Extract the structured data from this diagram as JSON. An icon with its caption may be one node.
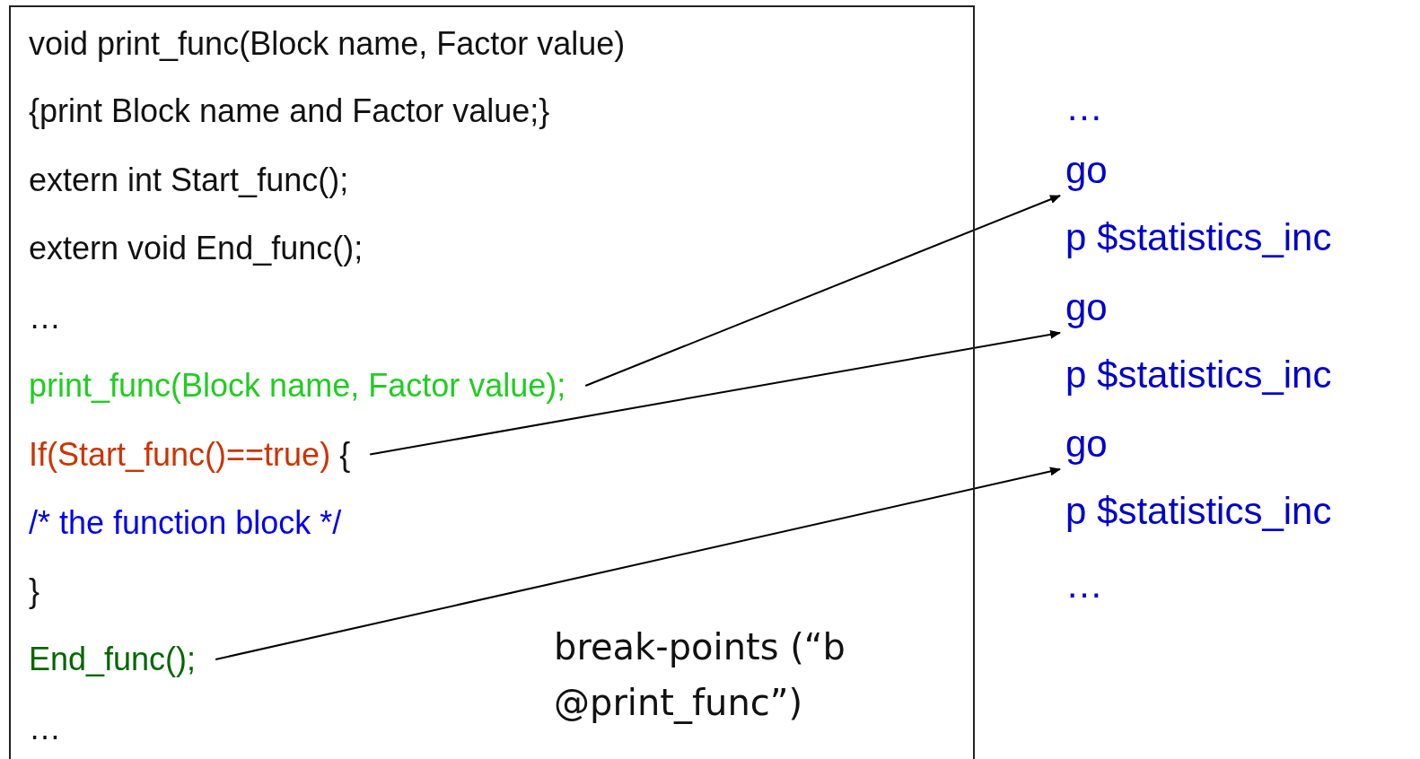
{
  "diagram": {
    "nodes": [
      {
        "text": [],
        "shape": "box"
      },
      {
        "text": [
          "void print_func(Block name, Factor value)"
        ],
        "in": 0
      },
      {
        "text": [
          "{print Block name and Factor value;}"
        ],
        "in": 0
      },
      {
        "text": [
          "extern int Start_func();"
        ],
        "in": 0
      },
      {
        "text": [
          "extern void End_func();"
        ],
        "in": 0
      },
      {
        "text": [
          "…"
        ],
        "in": 0
      },
      {
        "text": [
          "print_func(Block name, Factor value);"
        ],
        "in": 0
      },
      {
        "text": [
          "If(Start_func()==true)",
          "{"
        ],
        "in": 0
      },
      {
        "text": [
          "/* the function block */"
        ],
        "in": 0
      },
      {
        "text": [
          "}"
        ],
        "in": 0
      },
      {
        "text": [
          "End_func();"
        ],
        "in": 0
      },
      {
        "text": [
          "…"
        ],
        "in": 0
      },
      {
        "text": [
          "…"
        ]
      },
      {
        "text": [
          "go"
        ]
      },
      {
        "text": [
          "p $statistics_inc"
        ]
      },
      {
        "text": [
          "go"
        ]
      },
      {
        "text": [
          "p $statistics_inc"
        ]
      },
      {
        "text": [
          "go"
        ]
      },
      {
        "text": [
          "p $statistics_inc"
        ]
      },
      {
        "text": [
          "…"
        ]
      }
    ],
    "edges": [
      {
        "from": 6,
        "to": 13,
        "arrow": "to"
      },
      {
        "from": 7,
        "to": 15,
        "arrow": "to"
      },
      {
        "from": 10,
        "to": 17,
        "arrow": "to"
      }
    ],
    "labels": [
      "break-points (“b @print_func”)"
    ]
  }
}
